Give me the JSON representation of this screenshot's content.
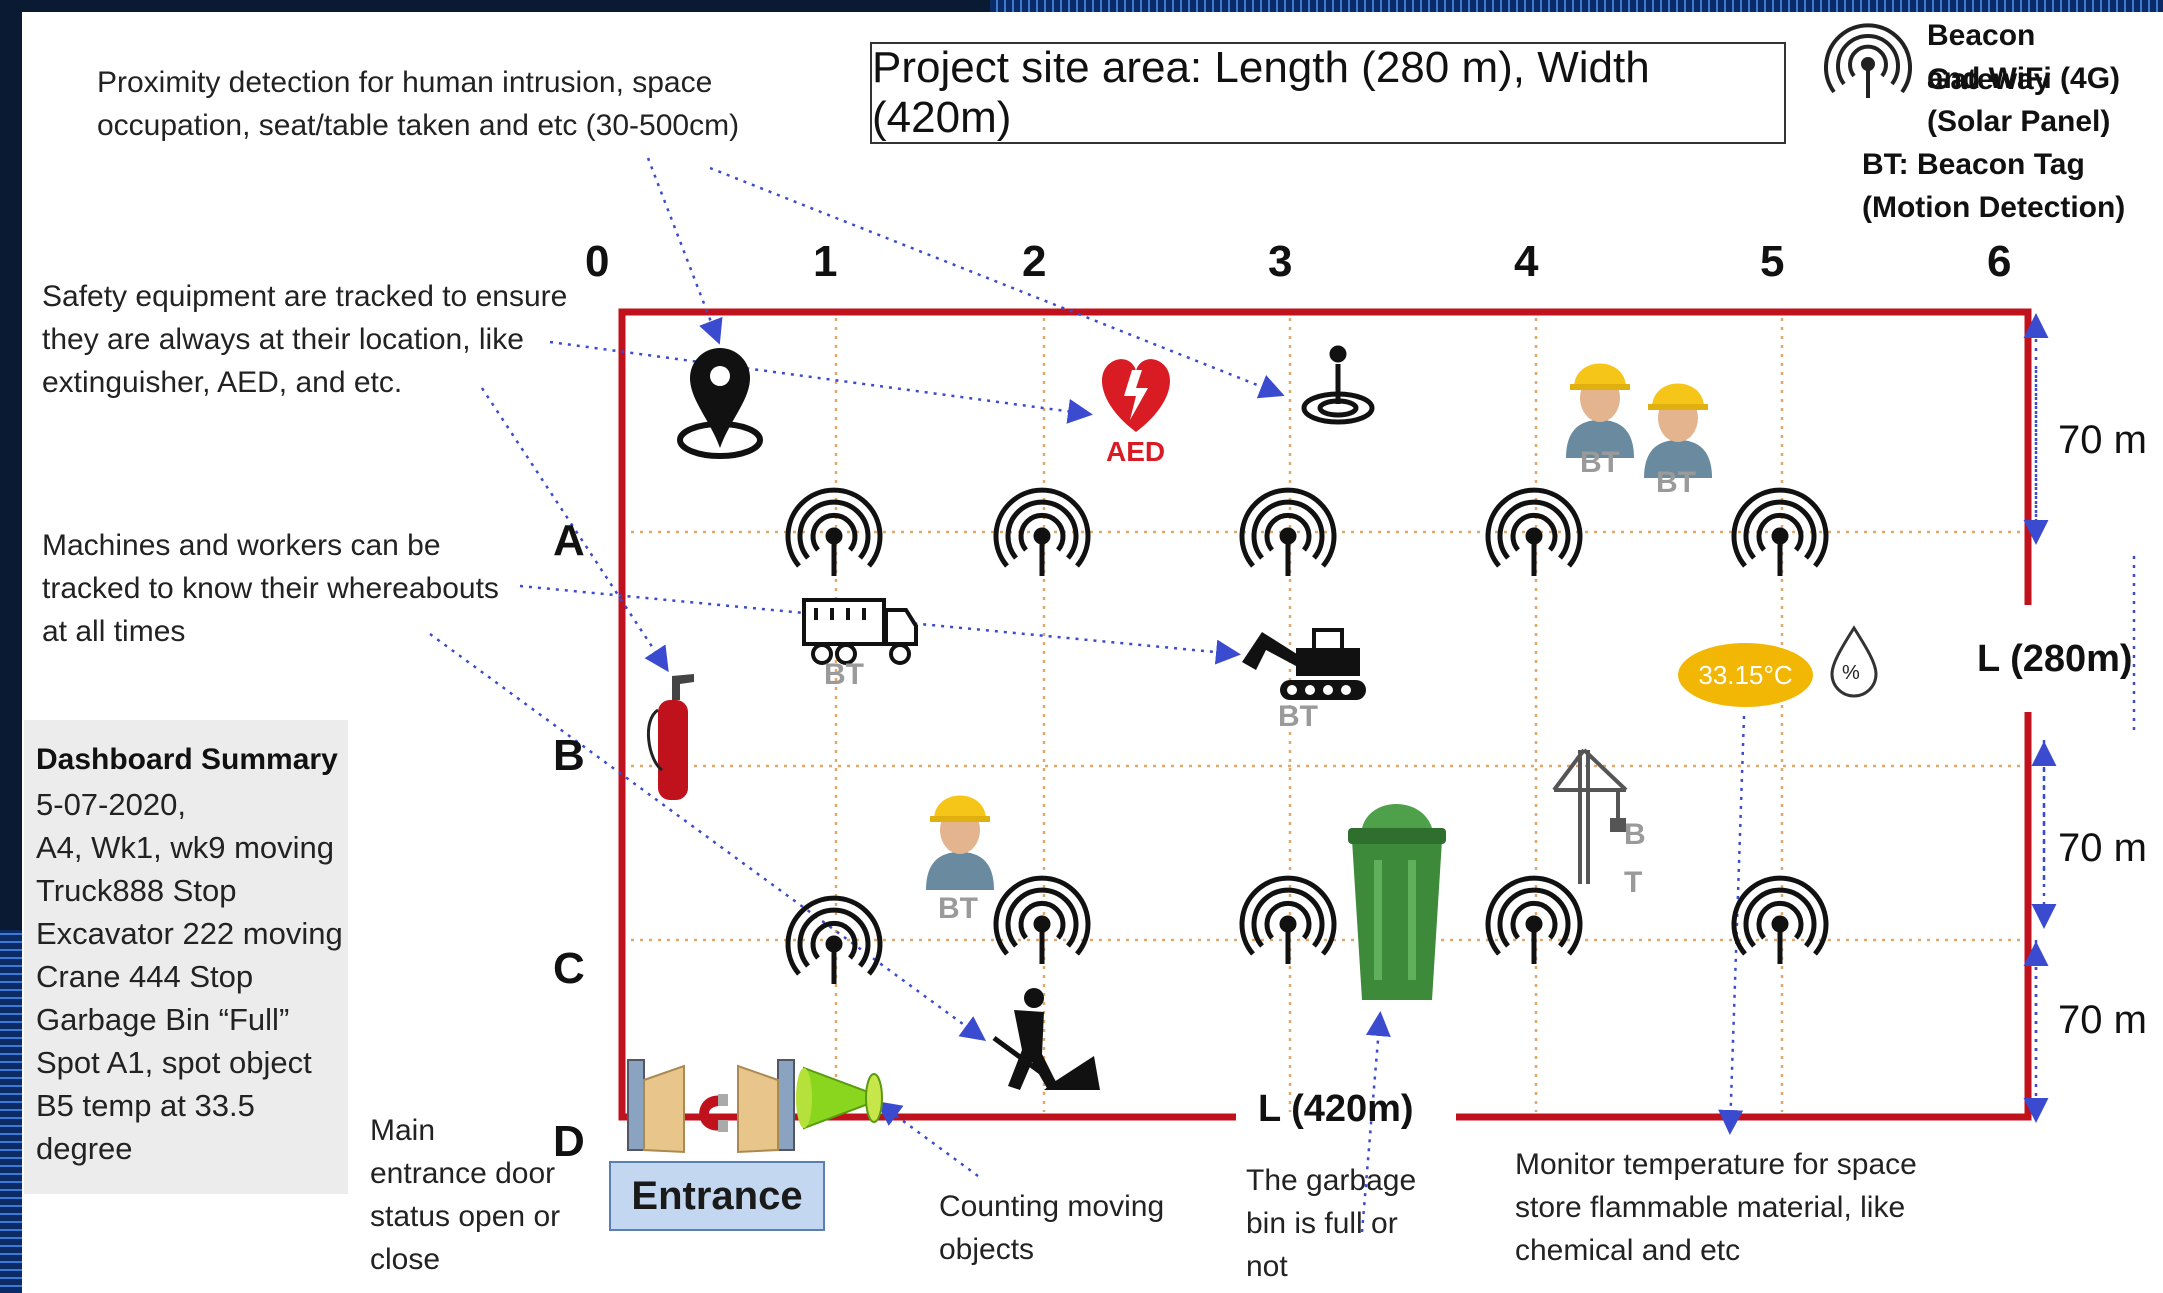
{
  "title": "Project site area: Length (280 m), Width (420m)",
  "legend": {
    "gateway_line1": "Beacon Gateway",
    "gateway_line2": "and WiFi (4G)",
    "gateway_line3": "(Solar Panel)",
    "tag_line1": "BT:  Beacon Tag",
    "tag_line2": "(Motion Detection)",
    "gateway_icon": "beacon-gateway-icon"
  },
  "annotations": {
    "proximity_line1": "Proximity detection for human intrusion, space",
    "proximity_line2": "occupation, seat/table taken and etc (30-500cm)",
    "safety_line1": "Safety equipment are tracked to ensure",
    "safety_line2": "they are always at their location, like",
    "safety_line3": "extinguisher, AED, and etc.",
    "machines_line1": "Machines and workers can be",
    "machines_line2": "tracked to know their whereabouts",
    "machines_line3": "at all times",
    "door_line1": "Main",
    "door_line2": "entrance door",
    "door_line3": "status open or",
    "door_line4": "close",
    "counting_line1": "Counting moving",
    "counting_line2": "objects",
    "garbage_line1": "The garbage",
    "garbage_line2": "bin is full or",
    "garbage_line3": "not",
    "temperature_line1": "Monitor temperature for space",
    "temperature_line2": "store flammable material, like",
    "temperature_line3": "chemical and etc"
  },
  "dashboard": {
    "title": "Dashboard Summary",
    "lines": [
      "5-07-2020,",
      "A4, Wk1, wk9 moving",
      "Truck888 Stop",
      "Excavator 222 moving",
      "Crane 444 Stop",
      "Garbage Bin “Full”",
      "Spot A1, spot object",
      "B5 temp at 33.5",
      "degree"
    ]
  },
  "grid": {
    "columns": [
      "0",
      "1",
      "2",
      "3",
      "4",
      "5",
      "6"
    ],
    "rows": [
      "A",
      "B",
      "C",
      "D"
    ]
  },
  "dimensions": {
    "seg1": "70 m",
    "seg2": "70 m",
    "seg3": "70 m",
    "length": "L (280m)",
    "width": "L (420m)"
  },
  "entrance_label": "Entrance",
  "icons": {
    "aed_label": "AED",
    "beacon_tag": "BT",
    "crane_tag_b": "B",
    "crane_tag_t": "T",
    "temperature": "33.15°C",
    "humidity": "%"
  },
  "colors": {
    "site_border": "#c0121c",
    "grid_dotted": "#e0a86a",
    "pointer_lines": "#3b4bd0",
    "temp_badge": "#f2b705",
    "entrance_box": "#c3d8f0",
    "dashboard_box": "#ececec"
  }
}
